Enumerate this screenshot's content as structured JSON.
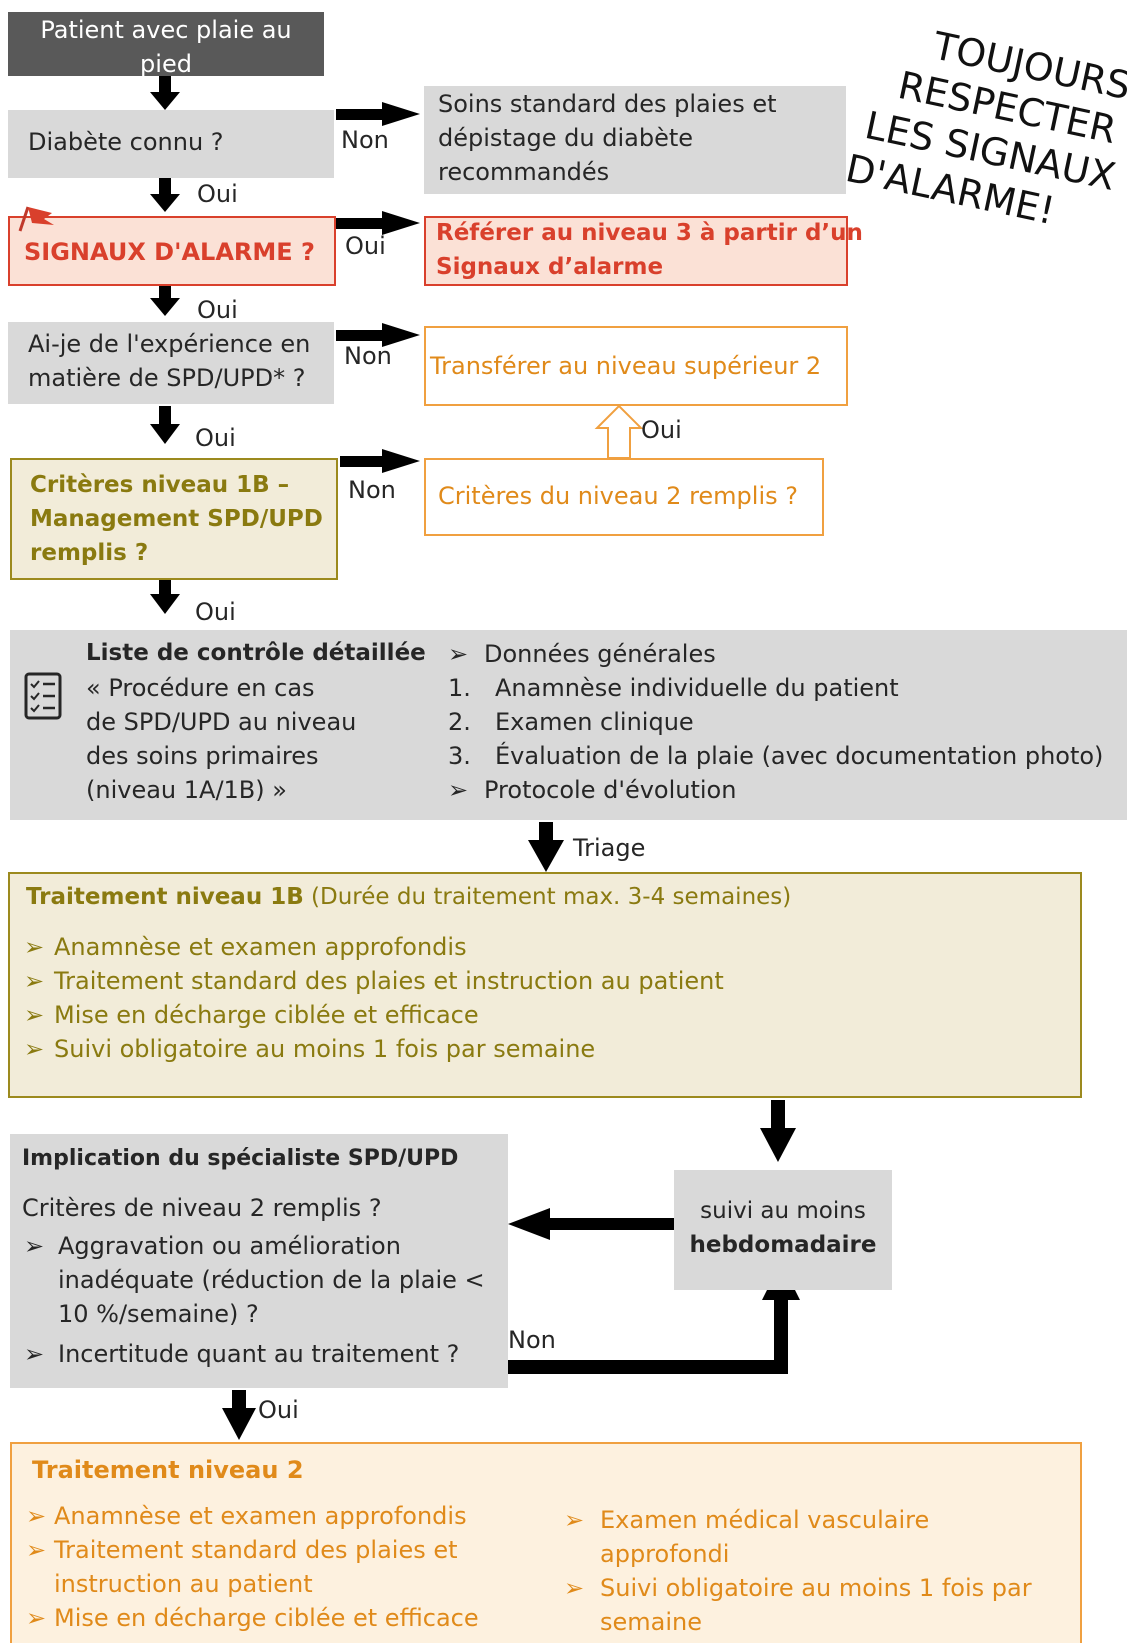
{
  "start": {
    "text_line1": "Patient avec plaie au",
    "text_line2": "pied"
  },
  "diabetes": {
    "question": "Diabète connu ?",
    "no_label": "Non",
    "yes_label": "Oui",
    "standard_care": [
      "Soins standard des plaies et",
      "dépistage du diabète",
      "recommandés"
    ]
  },
  "alarm": {
    "question": "SIGNAUX D'ALARME ?",
    "yes_label": "Oui",
    "no_label": "Oui",
    "refer": [
      "Référer au niveau 3 à partir d’un",
      "Signaux d’alarme"
    ]
  },
  "experience": {
    "question": [
      "Ai-je de l'expérience en",
      "matière de SPD/UPD* ?"
    ],
    "no_label": "Non",
    "yes_label": "Oui",
    "transfer": "Transférer au niveau supérieur 2",
    "up_yes_label": "Oui"
  },
  "criteria_1b": {
    "question": [
      "Critères niveau 1B –",
      "Management SPD/UPD",
      "remplis ?"
    ],
    "no_label": "Non",
    "yes_label": "Oui",
    "level2_question": "Critères du niveau 2 remplis ?"
  },
  "checklist": {
    "title": "Liste de contrôle détaillée",
    "desc": [
      "« Procédure en cas",
      "de SPD/UPD au niveau",
      "des soins primaires",
      "(niveau 1A/1B) »"
    ],
    "items": [
      {
        "marker": "➢",
        "text": "Données générales"
      },
      {
        "marker": "1.",
        "text": "Anamnèse individuelle du patient"
      },
      {
        "marker": "2.",
        "text": "Examen clinique"
      },
      {
        "marker": "3.",
        "text": "Évaluation de la plaie (avec documentation photo)"
      },
      {
        "marker": "➢",
        "text": "Protocole d'évolution"
      }
    ],
    "triage_label": "Triage"
  },
  "treatment_1b": {
    "title_bold": "Traitement niveau 1B",
    "title_rest": " (Durée du traitement max. 3-4 semaines)",
    "items": [
      "Anamnèse et examen approfondis",
      "Traitement standard des plaies et instruction au patient",
      "Mise en décharge ciblée et efficace",
      "Suivi obligatoire au moins 1 fois par semaine"
    ]
  },
  "specialist": {
    "title": "Implication du spécialiste SPD/UPD",
    "question": "Critères de niveau 2 remplis ?",
    "items": [
      [
        "Aggravation ou amélioration",
        "inadéquate (réduction de la plaie <",
        "10 %/semaine) ?"
      ],
      [
        "Incertitude quant au traitement ?"
      ]
    ],
    "no_label": "Non",
    "yes_label": "Oui"
  },
  "followup": {
    "line1": "suivi au moins",
    "line2": "hebdomadaire"
  },
  "treatment_2": {
    "title": "Traitement niveau 2",
    "left_items": [
      [
        "Anamnèse et examen approfondis"
      ],
      [
        "Traitement standard des plaies et",
        "instruction au patient"
      ],
      [
        "Mise en décharge ciblée et efficace"
      ]
    ],
    "right_items": [
      [
        "Examen médical vasculaire",
        "approfondi"
      ],
      [
        "Suivi obligatoire au moins 1 fois par",
        "semaine"
      ]
    ]
  },
  "stamp": [
    "TOUJOURS",
    "RESPECTER",
    "LES SIGNAUX",
    "D'ALARME!"
  ],
  "colors": {
    "gray_box": "#d9d9d9",
    "dark_box": "#595959",
    "red": "#d9402c",
    "red_fill": "#fbe1d6",
    "orange": "#f0a040",
    "olive_border": "#9c8a1e",
    "olive_fill": "#f2ecd9",
    "orange_fill": "#fdf1df"
  }
}
